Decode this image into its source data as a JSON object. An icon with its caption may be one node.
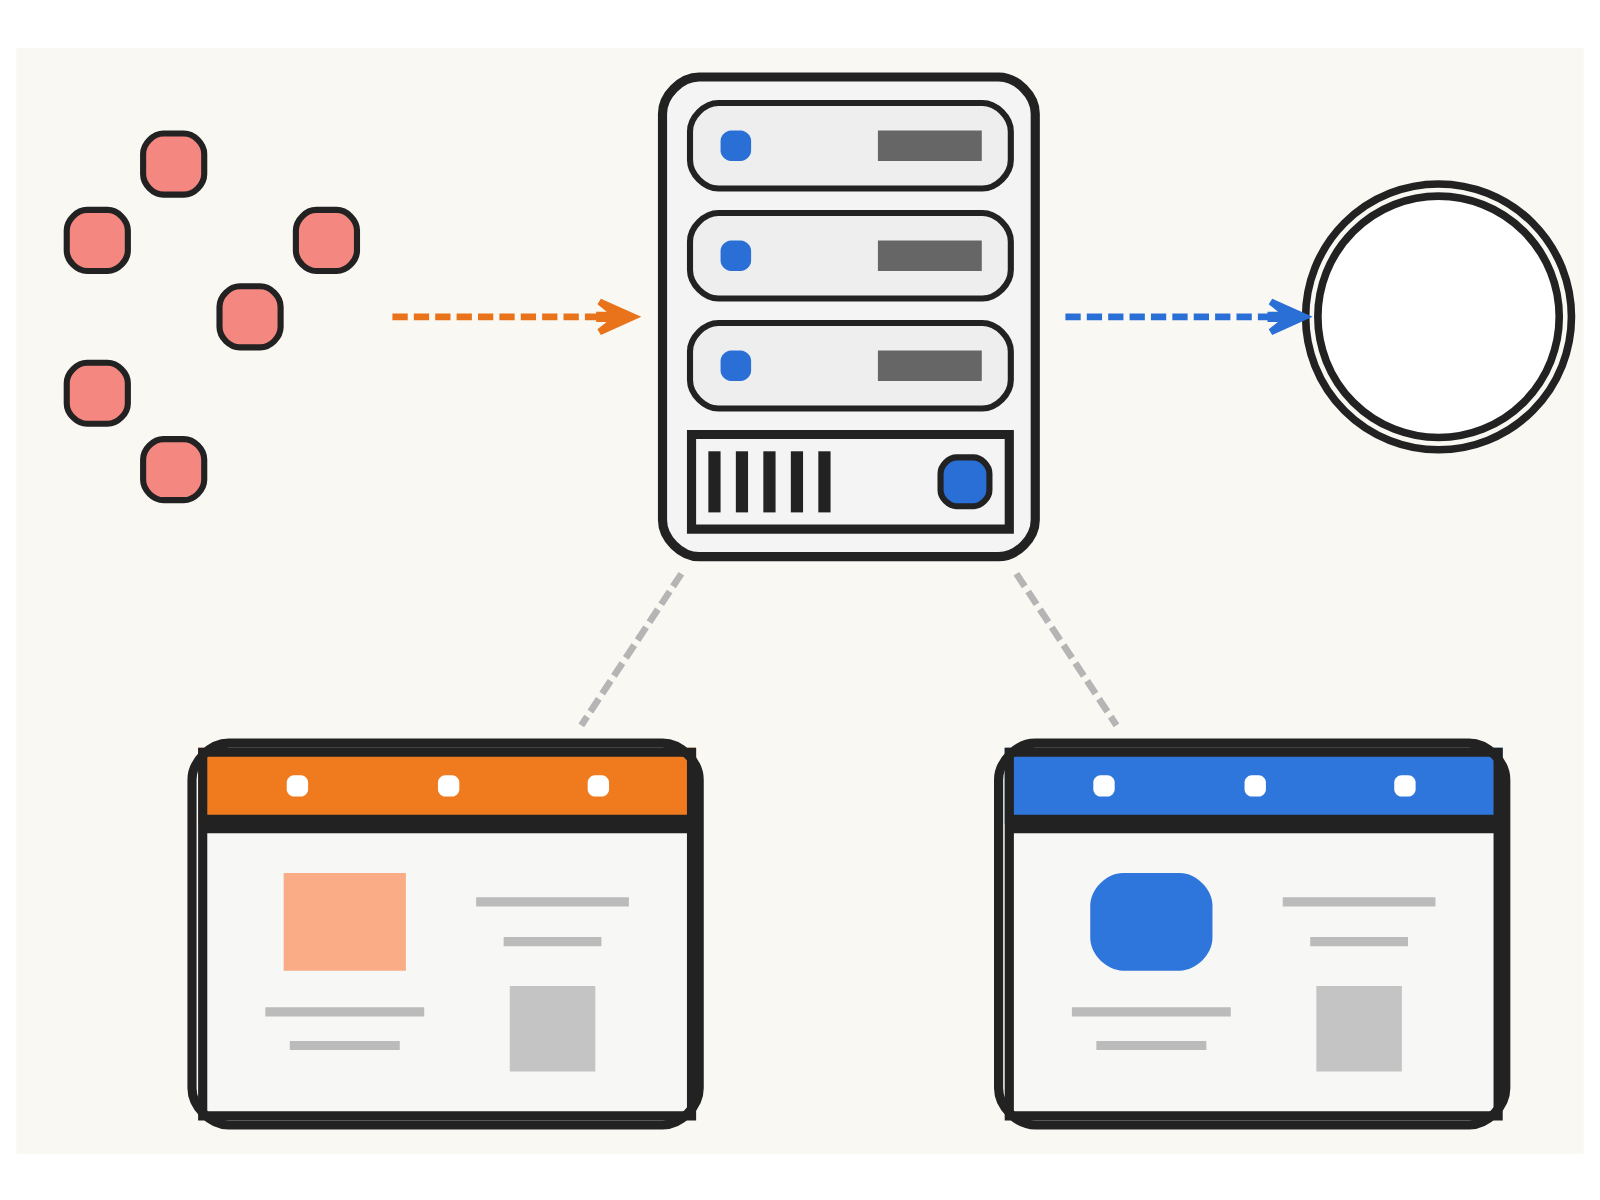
{
  "diagram": {
    "nodes": [
      {
        "text": [],
        "shape": "picture"
      },
      {
        "text": [],
        "shape": "picture"
      },
      {
        "text": [],
        "shape": "picture"
      },
      {
        "text": [],
        "shape": "picture"
      },
      {
        "text": [],
        "shape": "picture"
      }
    ],
    "edges": [
      {
        "from": 0,
        "to": 1,
        "arrow": "to",
        "style": "dashed",
        "color": "#e8731a"
      },
      {
        "from": 1,
        "to": 2,
        "arrow": "to",
        "style": "dashed",
        "color": "#2a6fd6"
      },
      {
        "from": 1,
        "to": 3,
        "arrow": "none",
        "style": "dashed",
        "color": "#b5b5b5"
      },
      {
        "from": 1,
        "to": 4,
        "arrow": "none",
        "style": "dashed",
        "color": "#b5b5b5"
      }
    ]
  }
}
